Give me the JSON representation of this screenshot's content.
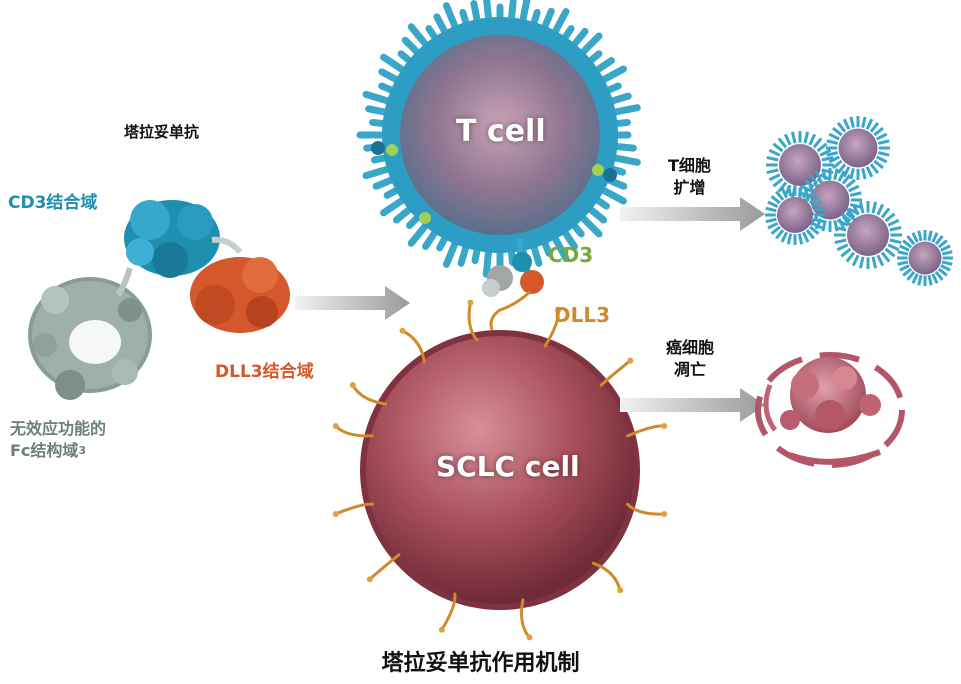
{
  "diagram": {
    "drug_name": "塔拉妥单抗",
    "cd3_domain_label": "CD3结合域",
    "dll3_domain_label": "DLL3结合域",
    "fc_label_line1": "无效应功能的",
    "fc_label_line2": "Fc结构域",
    "fc_label_sup": "3",
    "t_cell_label": "T cell",
    "cd3_label": "CD3",
    "dll3_label": "DLL3",
    "sclc_cell_label": "SCLC cell",
    "t_expansion_line1": "T细胞",
    "t_expansion_line2": "扩增",
    "apoptosis_line1": "癌细胞",
    "apoptosis_line2": "凋亡",
    "caption": "塔拉妥单抗作用机制"
  },
  "colors": {
    "cd3_blue": "#1f8fb0",
    "dll3_orange": "#d4582b",
    "fc_gray": "#6d7f7c",
    "cd3_green": "#7aa83a",
    "dll3_gold": "#d08a2a",
    "t_cell_spikes": "#3aa7c9",
    "sclc_body": "#a84f5c"
  }
}
